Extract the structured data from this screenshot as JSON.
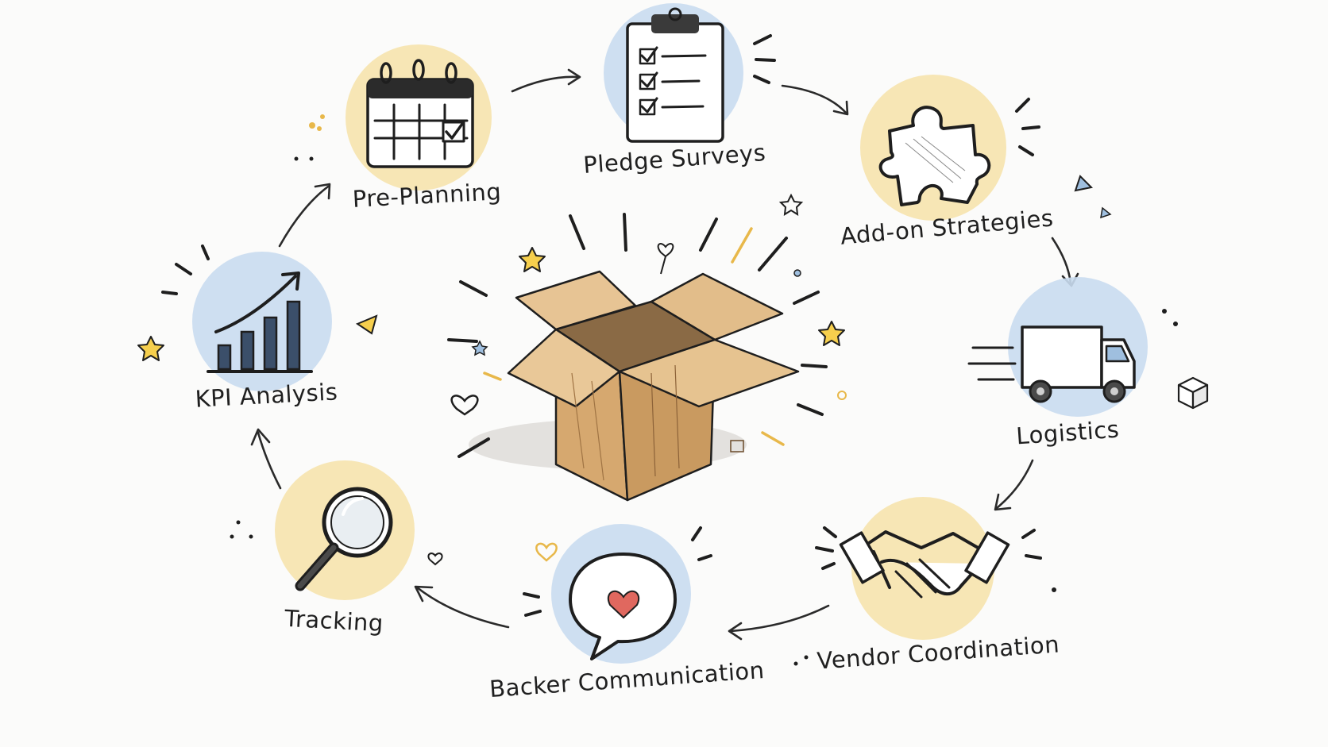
{
  "diagram": {
    "center": {
      "icon": "open-cardboard-box-icon"
    },
    "steps": [
      {
        "label": "Pre-Planning",
        "icon": "calendar-icon",
        "circle_color": "#f6e3ad"
      },
      {
        "label": "Pledge Surveys",
        "icon": "clipboard-checklist-icon",
        "circle_color": "#c9dcef"
      },
      {
        "label": "Add-on Strategies",
        "icon": "puzzle-piece-icon",
        "circle_color": "#f6e3ad"
      },
      {
        "label": "Logistics",
        "icon": "delivery-truck-icon",
        "circle_color": "#c9dcef"
      },
      {
        "label": "Vendor Coordination",
        "icon": "handshake-icon",
        "circle_color": "#f6e3ad"
      },
      {
        "label": "Backer Communication",
        "icon": "speech-bubble-heart-icon",
        "circle_color": "#c9dcef"
      },
      {
        "label": "Tracking",
        "icon": "magnifying-glass-icon",
        "circle_color": "#f6e3ad"
      },
      {
        "label": "KPI Analysis",
        "icon": "bar-chart-growth-icon",
        "circle_color": "#c9dcef"
      }
    ],
    "colors": {
      "accent_yellow": "#f6e3ad",
      "accent_blue": "#c9dcef",
      "star_gold": "#f6cf4d",
      "box_cardboard": "#d9b07a",
      "heart_red": "#e0685f"
    }
  }
}
